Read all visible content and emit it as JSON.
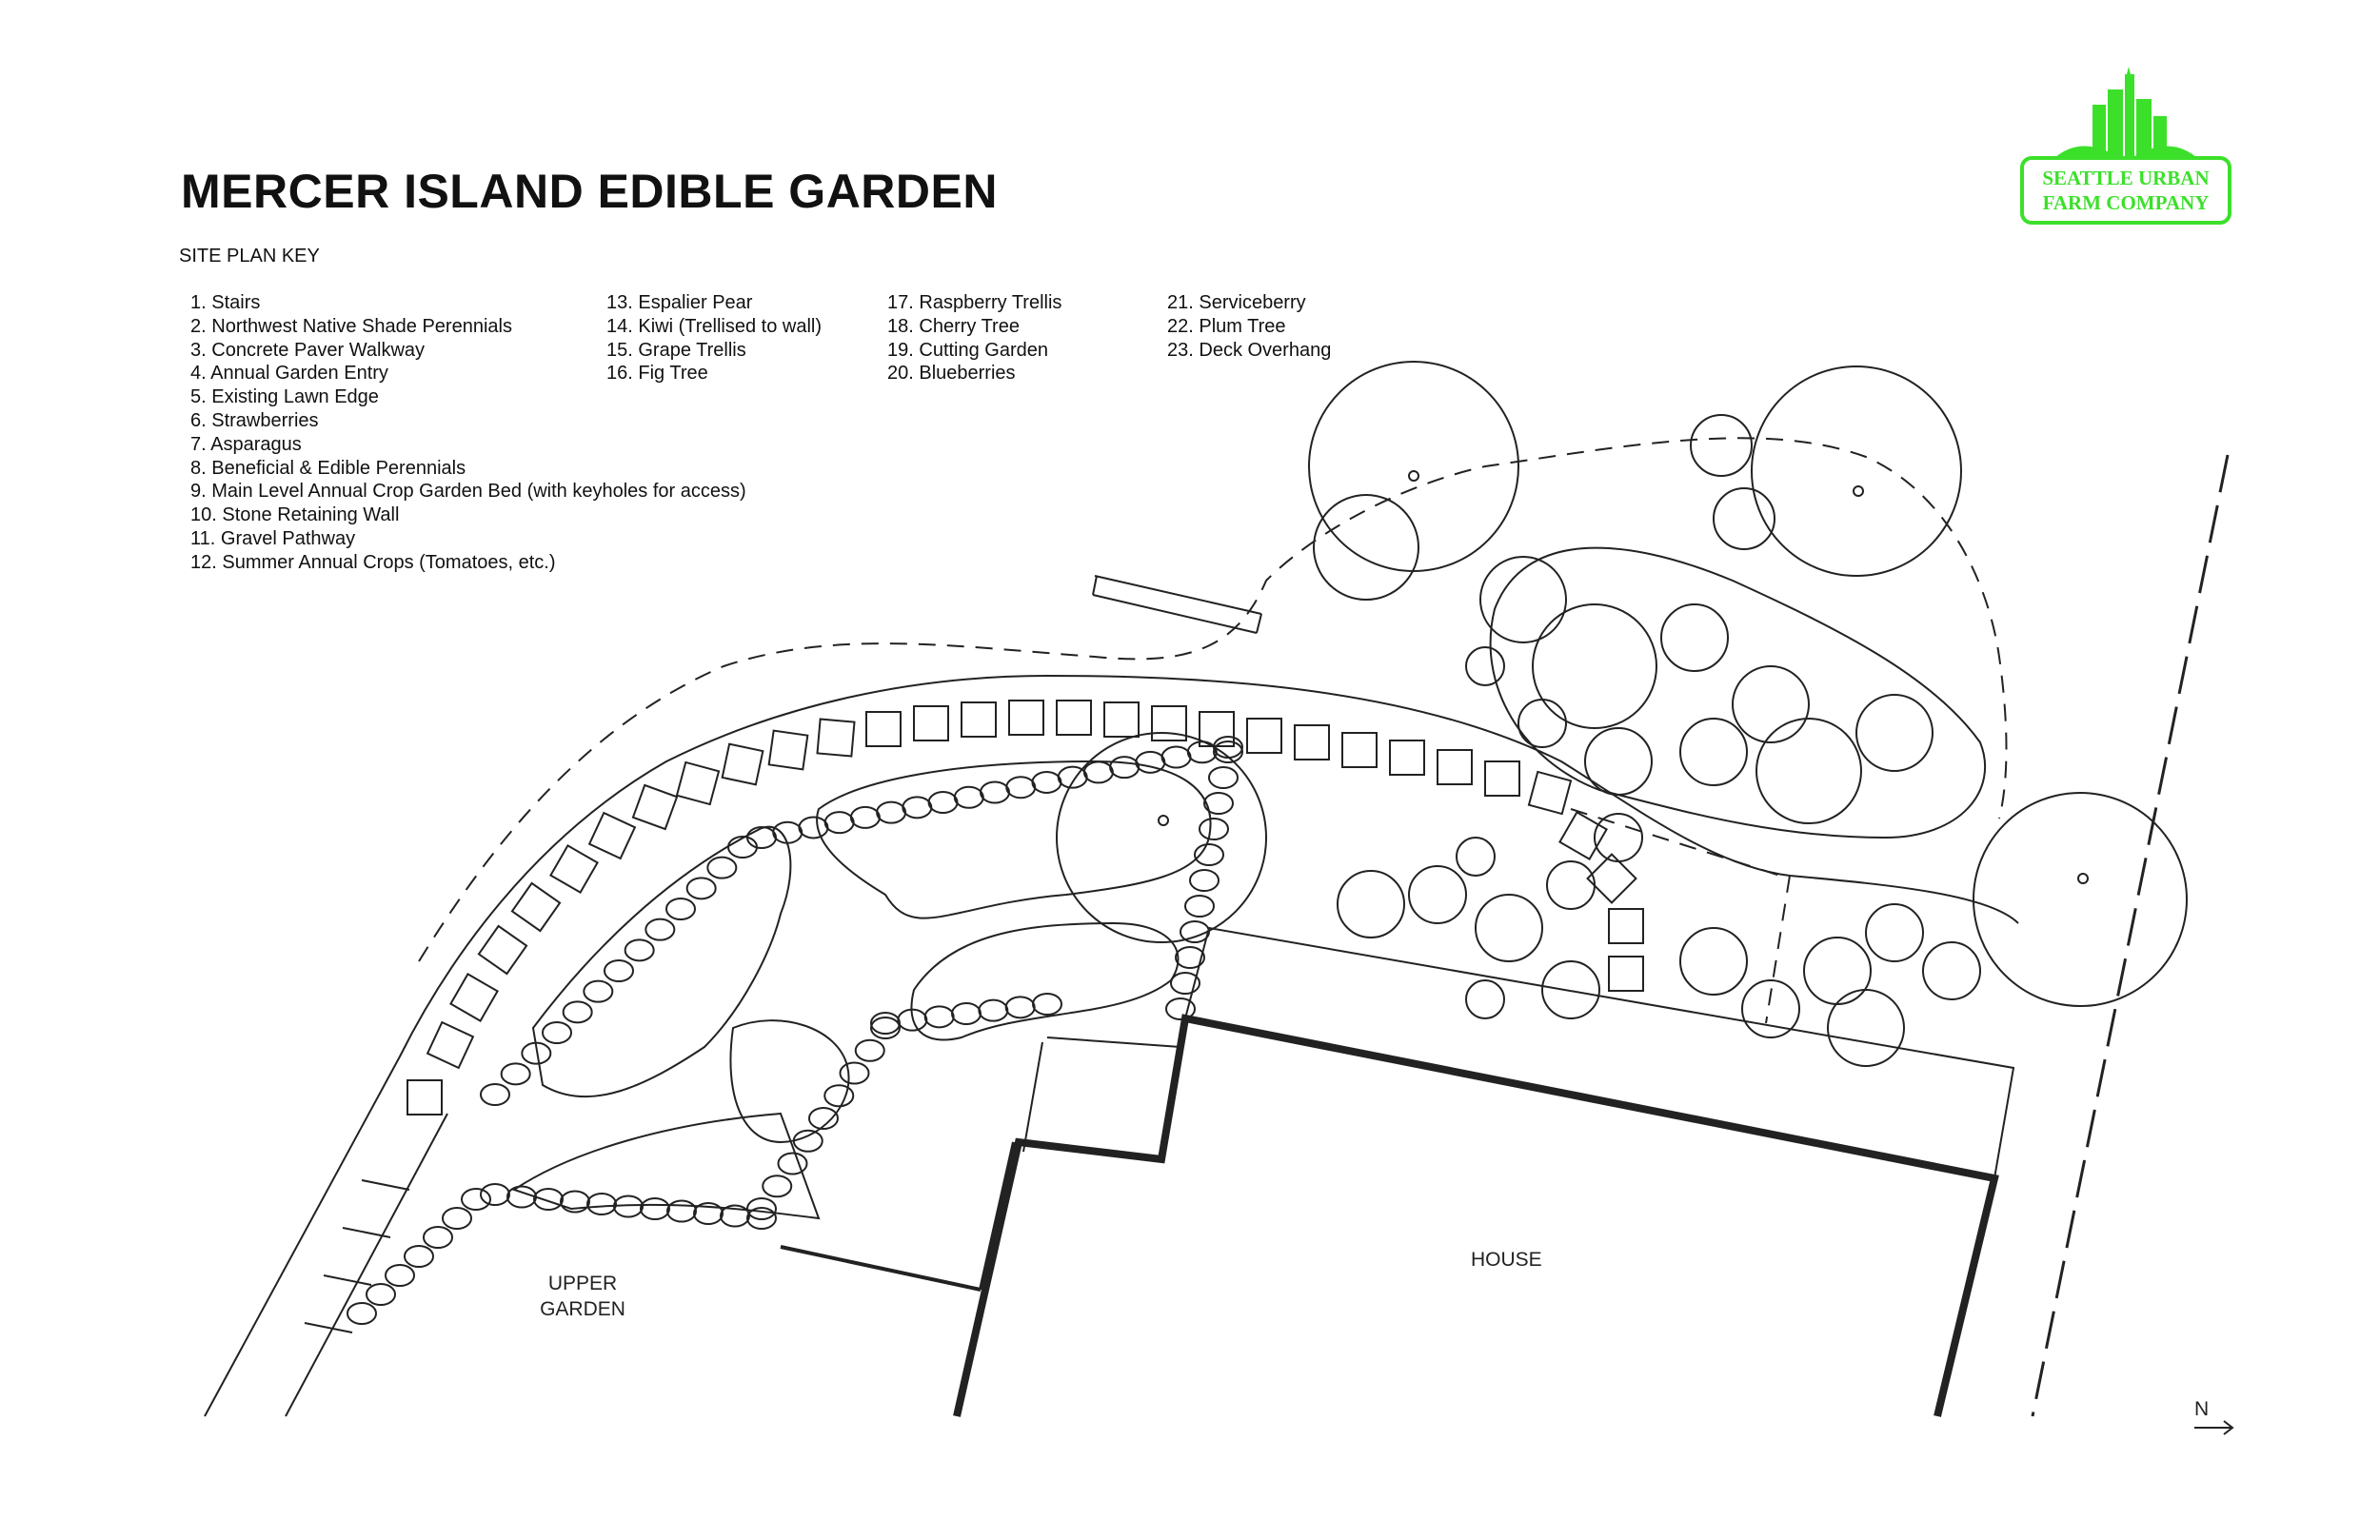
{
  "title": "MERCER ISLAND EDIBLE GARDEN",
  "key_heading": "SITE PLAN KEY",
  "key": [
    {
      "n": "1.",
      "label": "Stairs"
    },
    {
      "n": "2.",
      "label": "Northwest Native Shade Perennials"
    },
    {
      "n": "3.",
      "label": "Concrete Paver Walkway"
    },
    {
      "n": "4.",
      "label": "Annual Garden Entry"
    },
    {
      "n": "5.",
      "label": "Existing Lawn Edge"
    },
    {
      "n": "6.",
      "label": "Strawberries"
    },
    {
      "n": "7.",
      "label": "Asparagus"
    },
    {
      "n": "8.",
      "label": "Beneficial & Edible Perennials"
    },
    {
      "n": "9.",
      "label": "Main Level Annual Crop Garden Bed (with keyholes for access)"
    },
    {
      "n": "10.",
      "label": "Stone Retaining Wall"
    },
    {
      "n": "11.",
      "label": "Gravel Pathway"
    },
    {
      "n": "12.",
      "label": "Summer Annual Crops (Tomatoes, etc.)"
    },
    {
      "n": "13.",
      "label": "Espalier Pear"
    },
    {
      "n": "14.",
      "label": "Kiwi (Trellised to wall)"
    },
    {
      "n": "15.",
      "label": "Grape Trellis"
    },
    {
      "n": "16.",
      "label": "Fig Tree"
    },
    {
      "n": "17.",
      "label": "Raspberry Trellis"
    },
    {
      "n": "18.",
      "label": "Cherry Tree"
    },
    {
      "n": "19.",
      "label": "Cutting Garden"
    },
    {
      "n": "20.",
      "label": "Blueberries"
    },
    {
      "n": "21.",
      "label": "Serviceberry"
    },
    {
      "n": "22.",
      "label": "Plum Tree"
    },
    {
      "n": "23.",
      "label": "Deck Overhang"
    }
  ],
  "logo": {
    "line1": "SEATTLE URBAN",
    "line2": "FARM COMPANY",
    "color": "#3ce02a"
  },
  "plan_labels": {
    "house": "HOUSE",
    "upper_garden_1": "UPPER",
    "upper_garden_2": "GARDEN",
    "north": "N"
  }
}
